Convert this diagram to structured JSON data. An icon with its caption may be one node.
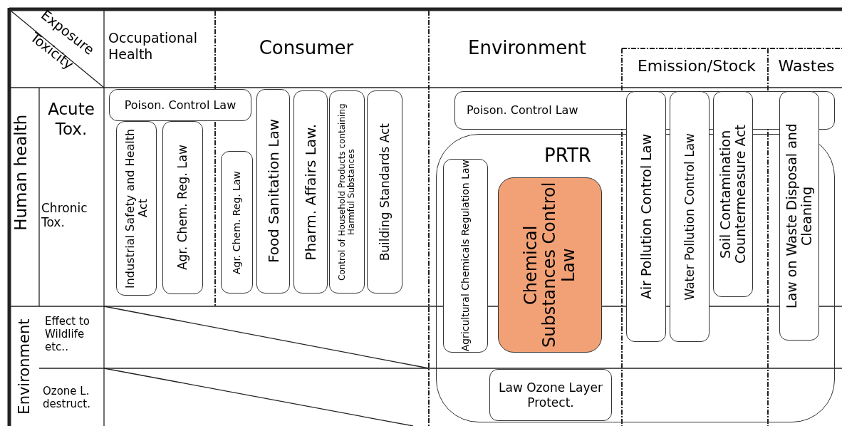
{
  "diagram": {
    "nodes": [
      {
        "text": [
          "Poison. Control Law"
        ]
      },
      {
        "text": [
          "Industrial Safety and Health Act"
        ]
      },
      {
        "text": [
          "Agr. Chem. Reg. Law"
        ]
      },
      {
        "text": [
          "Agr. Chem. Reg. Law"
        ]
      },
      {
        "text": [
          "Food Sanitation Law"
        ]
      },
      {
        "text": [
          "Pharm. Affairs Law."
        ]
      },
      {
        "text": [
          "Control of Household Products containing Harmful Substances"
        ]
      },
      {
        "text": [
          "Building Standards Act"
        ]
      },
      {
        "text": [
          "Poison. Control Law"
        ]
      },
      {
        "text": [
          "Air Pollution Control Law"
        ]
      },
      {
        "text": [
          "Water Pollution Control Law"
        ]
      },
      {
        "text": [
          "Soil Contamination Countermeasure Act"
        ]
      },
      {
        "text": [
          "Law on Waste Disposal and Cleaning"
        ]
      },
      {
        "text": [
          "PRTR"
        ]
      },
      {
        "text": [
          "Agricultural Chemicals Regulation Law"
        ],
        "in": 13
      },
      {
        "text": [
          "Chemical Substances Control Law"
        ],
        "in": 13
      },
      {
        "text": [
          "Law Ozone Layer Protect."
        ],
        "in": 13
      }
    ],
    "labels": [
      "Exposure",
      "Toxicity",
      "Occupational Health",
      "Consumer",
      "Environment",
      "Emission/Stock",
      "Wastes",
      "Human health",
      "Acute Tox.",
      "Chronic Tox.",
      "Environment",
      "Effect to Wildlife etc..",
      "Ozone L. destruct."
    ]
  }
}
